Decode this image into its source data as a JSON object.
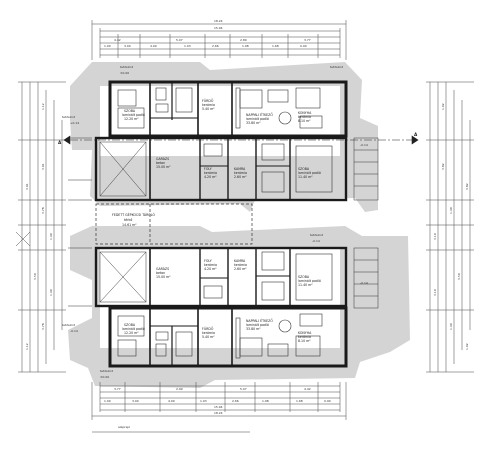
{
  "plan": {
    "overall_width_top": "18.24",
    "overall_width_bottom": "18.24",
    "inner_width_top": "15.94",
    "inner_width_bottom": "15.94",
    "top_chain_1": [
      "1.00",
      "3.00",
      "4.09",
      "1.03",
      "2.66",
      "1.98",
      "1.68",
      "0.90"
    ],
    "top_chain_2": [
      "4.42",
      "5.07",
      "2.89",
      "3.77"
    ],
    "bottom_chain_1": [
      "3.77",
      "2.99",
      "5.07",
      "4.42"
    ],
    "bottom_chain_2": [
      "1.00",
      "3.00",
      "4.09",
      "1.03",
      "2.66",
      "1.98",
      "1.68",
      "0.90"
    ],
    "left_chain": [
      "1.12",
      "3.91",
      "3.78",
      "1.40",
      "3.50",
      "1.40",
      "3.78",
      "3.91",
      "1.12"
    ],
    "right_chain": [
      "1.02",
      "3.82",
      "1.40",
      "3.10",
      "3.50",
      "3.10",
      "1.40",
      "3.82",
      "1.02"
    ],
    "section_marks": [
      "A",
      "A"
    ],
    "levels": [
      "±0.00",
      "-0.14",
      "+0.14",
      "-0.14",
      "-0.14",
      "-0.14",
      "±0.00"
    ],
    "level_captions": [
      "tetőszint",
      "tetőszint",
      "tetőszint",
      "tetőszint",
      "tetőszint",
      "tetőszint"
    ],
    "rooms_upper": [
      {
        "name": "SZOBA",
        "sub": "laminált padló",
        "area": "12.20 m²"
      },
      {
        "name": "FÜRDŐ",
        "sub": "kerámia",
        "area": "5.40 m²"
      },
      {
        "name": "NAPPALI ÉTKEZŐ",
        "sub": "laminált padló",
        "area": "33.80 m²"
      },
      {
        "name": "KONYHA",
        "sub": "kerámia",
        "area": "8.10 m²"
      },
      {
        "name": "FOLY",
        "sub": "kerámia",
        "area": "4.20 m²"
      },
      {
        "name": "GARÁZS",
        "sub": "beton",
        "area": "15.00 m²"
      },
      {
        "name": "KAMRA",
        "sub": "kerámia",
        "area": "2.60 m²"
      },
      {
        "name": "SZOBA",
        "sub": "laminált padló",
        "area": "11.40 m²"
      }
    ],
    "rooms_lower": [
      {
        "name": "GARÁZS",
        "sub": "beton",
        "area": "15.00 m²"
      },
      {
        "name": "FOLY",
        "sub": "kerámia",
        "area": "4.20 m²"
      },
      {
        "name": "KAMRA",
        "sub": "kerámia",
        "area": "2.60 m²"
      },
      {
        "name": "SZOBA",
        "sub": "laminált padló",
        "area": "11.40 m²"
      },
      {
        "name": "SZOBA",
        "sub": "laminált padló",
        "area": "12.20 m²"
      },
      {
        "name": "FÜRDŐ",
        "sub": "kerámia",
        "area": "5.40 m²"
      },
      {
        "name": "NAPPALI ÉTKEZŐ",
        "sub": "laminált padló",
        "area": "33.80 m²"
      },
      {
        "name": "KONYHA",
        "sub": "kerámia",
        "area": "8.10 m²"
      }
    ],
    "parking": {
      "name": "FEDETT GÉPKOCSI TÁROLÓ",
      "sub": "térkő",
      "area": "14.61 m²"
    },
    "footer_note": "alaprajz",
    "colors": {
      "line": "#1a1a1a",
      "wall_fill": "#2b2b2b",
      "halo": "#d2d2d2",
      "dim_line": "#444444"
    }
  }
}
